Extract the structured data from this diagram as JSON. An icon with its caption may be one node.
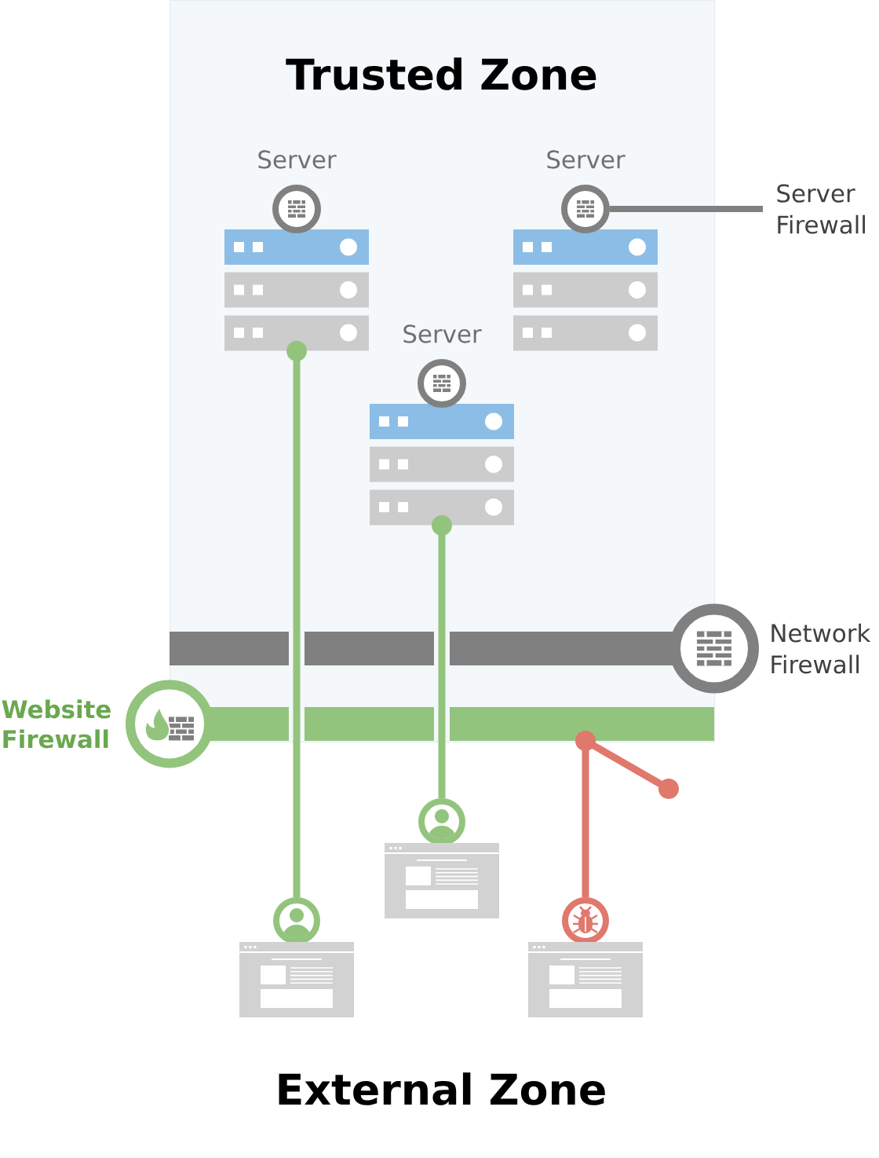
{
  "diagram": {
    "nodes": [
      {
        "text": [
          "Trusted Zone"
        ]
      },
      {
        "text": [
          "Server"
        ],
        "in": 0
      },
      {
        "text": [],
        "shape": "circle",
        "in": 1
      },
      {
        "text": [
          "Server"
        ],
        "in": 0
      },
      {
        "text": [],
        "shape": "circle",
        "in": 3
      },
      {
        "text": [
          "Server"
        ],
        "in": 0
      },
      {
        "text": [],
        "shape": "circle",
        "in": 5
      },
      {
        "text": [
          "Server Firewall"
        ]
      },
      {
        "text": [
          "Network Firewall"
        ]
      },
      {
        "text": [
          "Website Firewall"
        ]
      },
      {
        "text": [],
        "shape": "circle"
      },
      {
        "text": [],
        "shape": "circle"
      },
      {
        "text": [],
        "shape": "circle"
      }
    ],
    "edges": [
      {
        "from": 7,
        "to": 4,
        "arrow": "none",
        "color": "#808080"
      },
      {
        "from": 11,
        "to": 1,
        "arrow": "other"
      },
      {
        "from": 10,
        "to": 5,
        "arrow": "other"
      },
      {
        "from": 12,
        "to": null,
        "arrow": "other",
        "color": "#e0786c"
      }
    ],
    "labels": [
      "External Zone"
    ]
  }
}
